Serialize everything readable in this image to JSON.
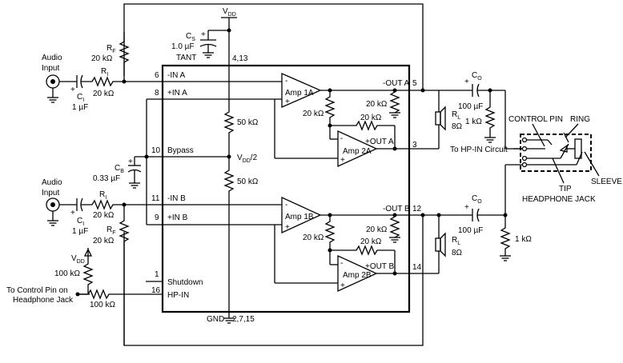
{
  "chip": {
    "pins": {
      "p6": "6",
      "in_a_neg": "-IN A",
      "p8": "8",
      "in_a_pos": "+IN A",
      "p10": "10",
      "bypass": "Bypass",
      "p11": "11",
      "in_b_neg": "-IN B",
      "p9": "9",
      "in_b_pos": "+IN B",
      "p1": "1",
      "shutdown": "Shutdown",
      "p16": "16",
      "hp_in": "HP-IN",
      "p5": "5",
      "p3": "3",
      "p12": "12",
      "p14": "14",
      "vdd_pins": "4,13",
      "gnd": "GND",
      "gnd_pins": "2,7,15"
    },
    "amps": {
      "a1a": "Amp 1A",
      "a2a": "Amp 2A",
      "a1b": "Amp 1B",
      "a2b": "Amp 2B",
      "minus": "-",
      "plus": "+"
    },
    "labels": {
      "out_a_neg": "-OUT A",
      "out_a_pos": "+OUT A",
      "out_b_neg": "-OUT B",
      "out_b_pos": "+OUT B"
    },
    "resistors": {
      "r50k_top": "50 kΩ",
      "r50k_bot": "50 kΩ",
      "r20k_a1": "20 kΩ",
      "r20k_a2": "20 kΩ",
      "r20k_a3": "20 kΩ",
      "r20k_b1": "20 kΩ",
      "r20k_b2": "20 kΩ",
      "r20k_b3": "20 kΩ"
    },
    "vdd_half": "V",
    "vdd_half_sub": "DD",
    "vdd_half_tail": "/2"
  },
  "supply": {
    "vdd": "V",
    "vdd_sub": "DD",
    "cs": "C",
    "cs_sub": "S",
    "cs_val": "1.0 µF",
    "cs_type": "TANT"
  },
  "input_a": {
    "title1": "Audio",
    "title2": "Input",
    "ci": "C",
    "ci_sub": "I",
    "ci_val": "1 µF",
    "ri": "R",
    "ri_sub": "I",
    "ri_val": "20 kΩ",
    "rf": "R",
    "rf_sub": "F",
    "rf_val": "20 kΩ"
  },
  "input_b": {
    "title1": "Audio",
    "title2": "Input",
    "ci": "C",
    "ci_sub": "I",
    "ci_val": "1 µF",
    "ri": "R",
    "ri_sub": "I",
    "ri_val": "20 kΩ",
    "rf": "R",
    "rf_sub": "F",
    "rf_val": "20 kΩ"
  },
  "bypass_cap": {
    "cb": "C",
    "cb_sub": "B",
    "cb_val": "0.33 µF"
  },
  "output_a": {
    "co": "C",
    "co_sub": "O",
    "co_val": "100 µF",
    "r1k": "1 kΩ",
    "rl": "R",
    "rl_sub": "L",
    "rl_val": "8Ω"
  },
  "output_b": {
    "co": "C",
    "co_sub": "O",
    "co_val": "100 µF",
    "r1k": "1 kΩ",
    "rl": "R",
    "rl_sub": "L",
    "rl_val": "8Ω"
  },
  "jack": {
    "control_pin": "CONTROL PIN",
    "ring": "RING",
    "to_hp": "To HP-IN Circuit",
    "tip": "TIP",
    "sleeve": "SLEEVE",
    "headphone_jack": "HEADPHONE JACK"
  },
  "control": {
    "vdd": "V",
    "vdd_sub": "DD",
    "r100k_a": "100 kΩ",
    "r100k_b": "100 kΩ",
    "label1": "To Control Pin on",
    "label2": "Headphone Jack"
  }
}
